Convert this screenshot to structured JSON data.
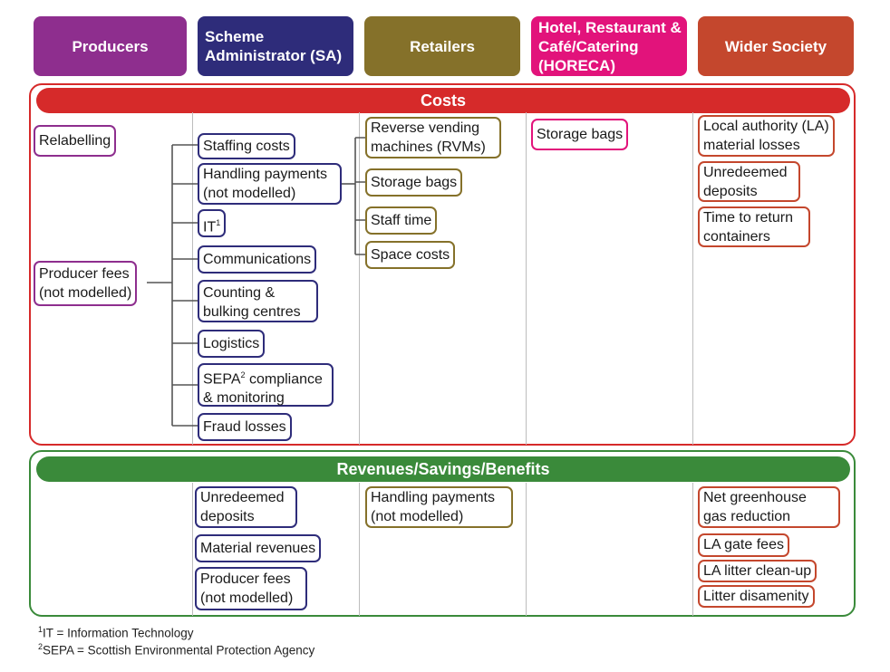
{
  "headers": {
    "producers": "Producers",
    "sa": "Scheme Administrator (SA)",
    "retailers": "Retailers",
    "horeca": "Hotel, Restaurant & Café/Catering (HORECA)",
    "wider": "Wider Society"
  },
  "colors": {
    "producers": "#8e2e8e",
    "sa": "#2e2c7a",
    "retailers": "#85712a",
    "horeca": "#e2137b",
    "wider": "#c4472d",
    "costs": "#d62a2a",
    "revenues": "#3a8a3a"
  },
  "costs": {
    "title": "Costs",
    "producers": [
      "Relabelling",
      "Producer fees\n(not modelled)"
    ],
    "sa": [
      "Staffing costs",
      "Handling payments\n(not modelled)",
      "IT",
      "Communications",
      "Counting &\nbulking centres",
      "Logistics",
      "SEPA",
      " compliance\n& monitoring",
      "Fraud losses"
    ],
    "sup": [
      "1",
      "2"
    ],
    "retailers": [
      "Reverse vending\nmachines (RVMs)",
      "Storage bags",
      "Staff time",
      "Space costs"
    ],
    "horeca": [
      "Storage bags"
    ],
    "wider": [
      "Local authority (LA)\nmaterial losses",
      "Unredeemed\ndeposits",
      "Time to return\ncontainers"
    ]
  },
  "revenues": {
    "title": "Revenues/Savings/Benefits",
    "sa": [
      "Unredeemed\ndeposits",
      "Material revenues",
      "Producer fees\n(not modelled)"
    ],
    "retailers": [
      "Handling payments\n(not modelled)"
    ],
    "wider": [
      "Net greenhouse\ngas reduction",
      "LA gate fees",
      "LA litter clean-up",
      "Litter disamenity"
    ]
  },
  "footnotes": {
    "f1_sup": "1",
    "f1": "IT = Information Technology",
    "f2_sup": "2",
    "f2": "SEPA = Scottish Environmental Protection Agency"
  }
}
